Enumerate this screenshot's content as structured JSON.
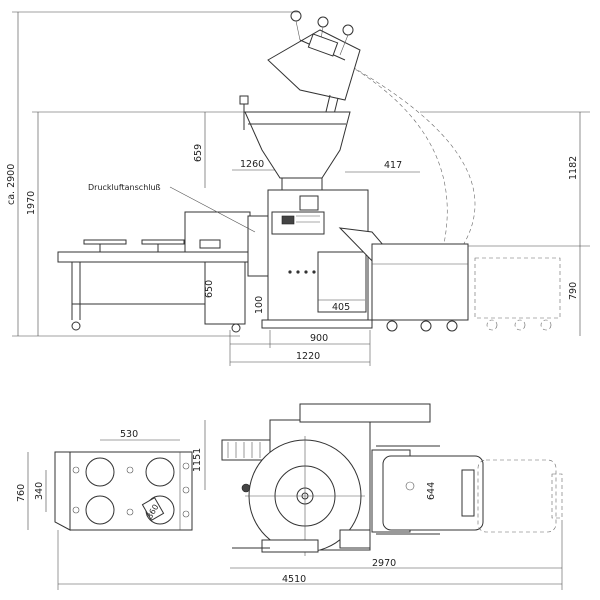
{
  "labels": {
    "annotation": "Druckluftanschluß",
    "badge": "360"
  },
  "dimensions": {
    "ca_2900": "ca. 2900",
    "d1970": "1970",
    "d659": "659",
    "d1260": "1260",
    "d417": "417",
    "d1182": "1182",
    "d650": "650",
    "d100": "100",
    "d405": "405",
    "d790": "790",
    "d900": "900",
    "d1220": "1220",
    "d530": "530",
    "d1151": "1151",
    "d760": "760",
    "d340": "340",
    "d644": "644",
    "d2970": "2970",
    "d4510": "4510"
  }
}
